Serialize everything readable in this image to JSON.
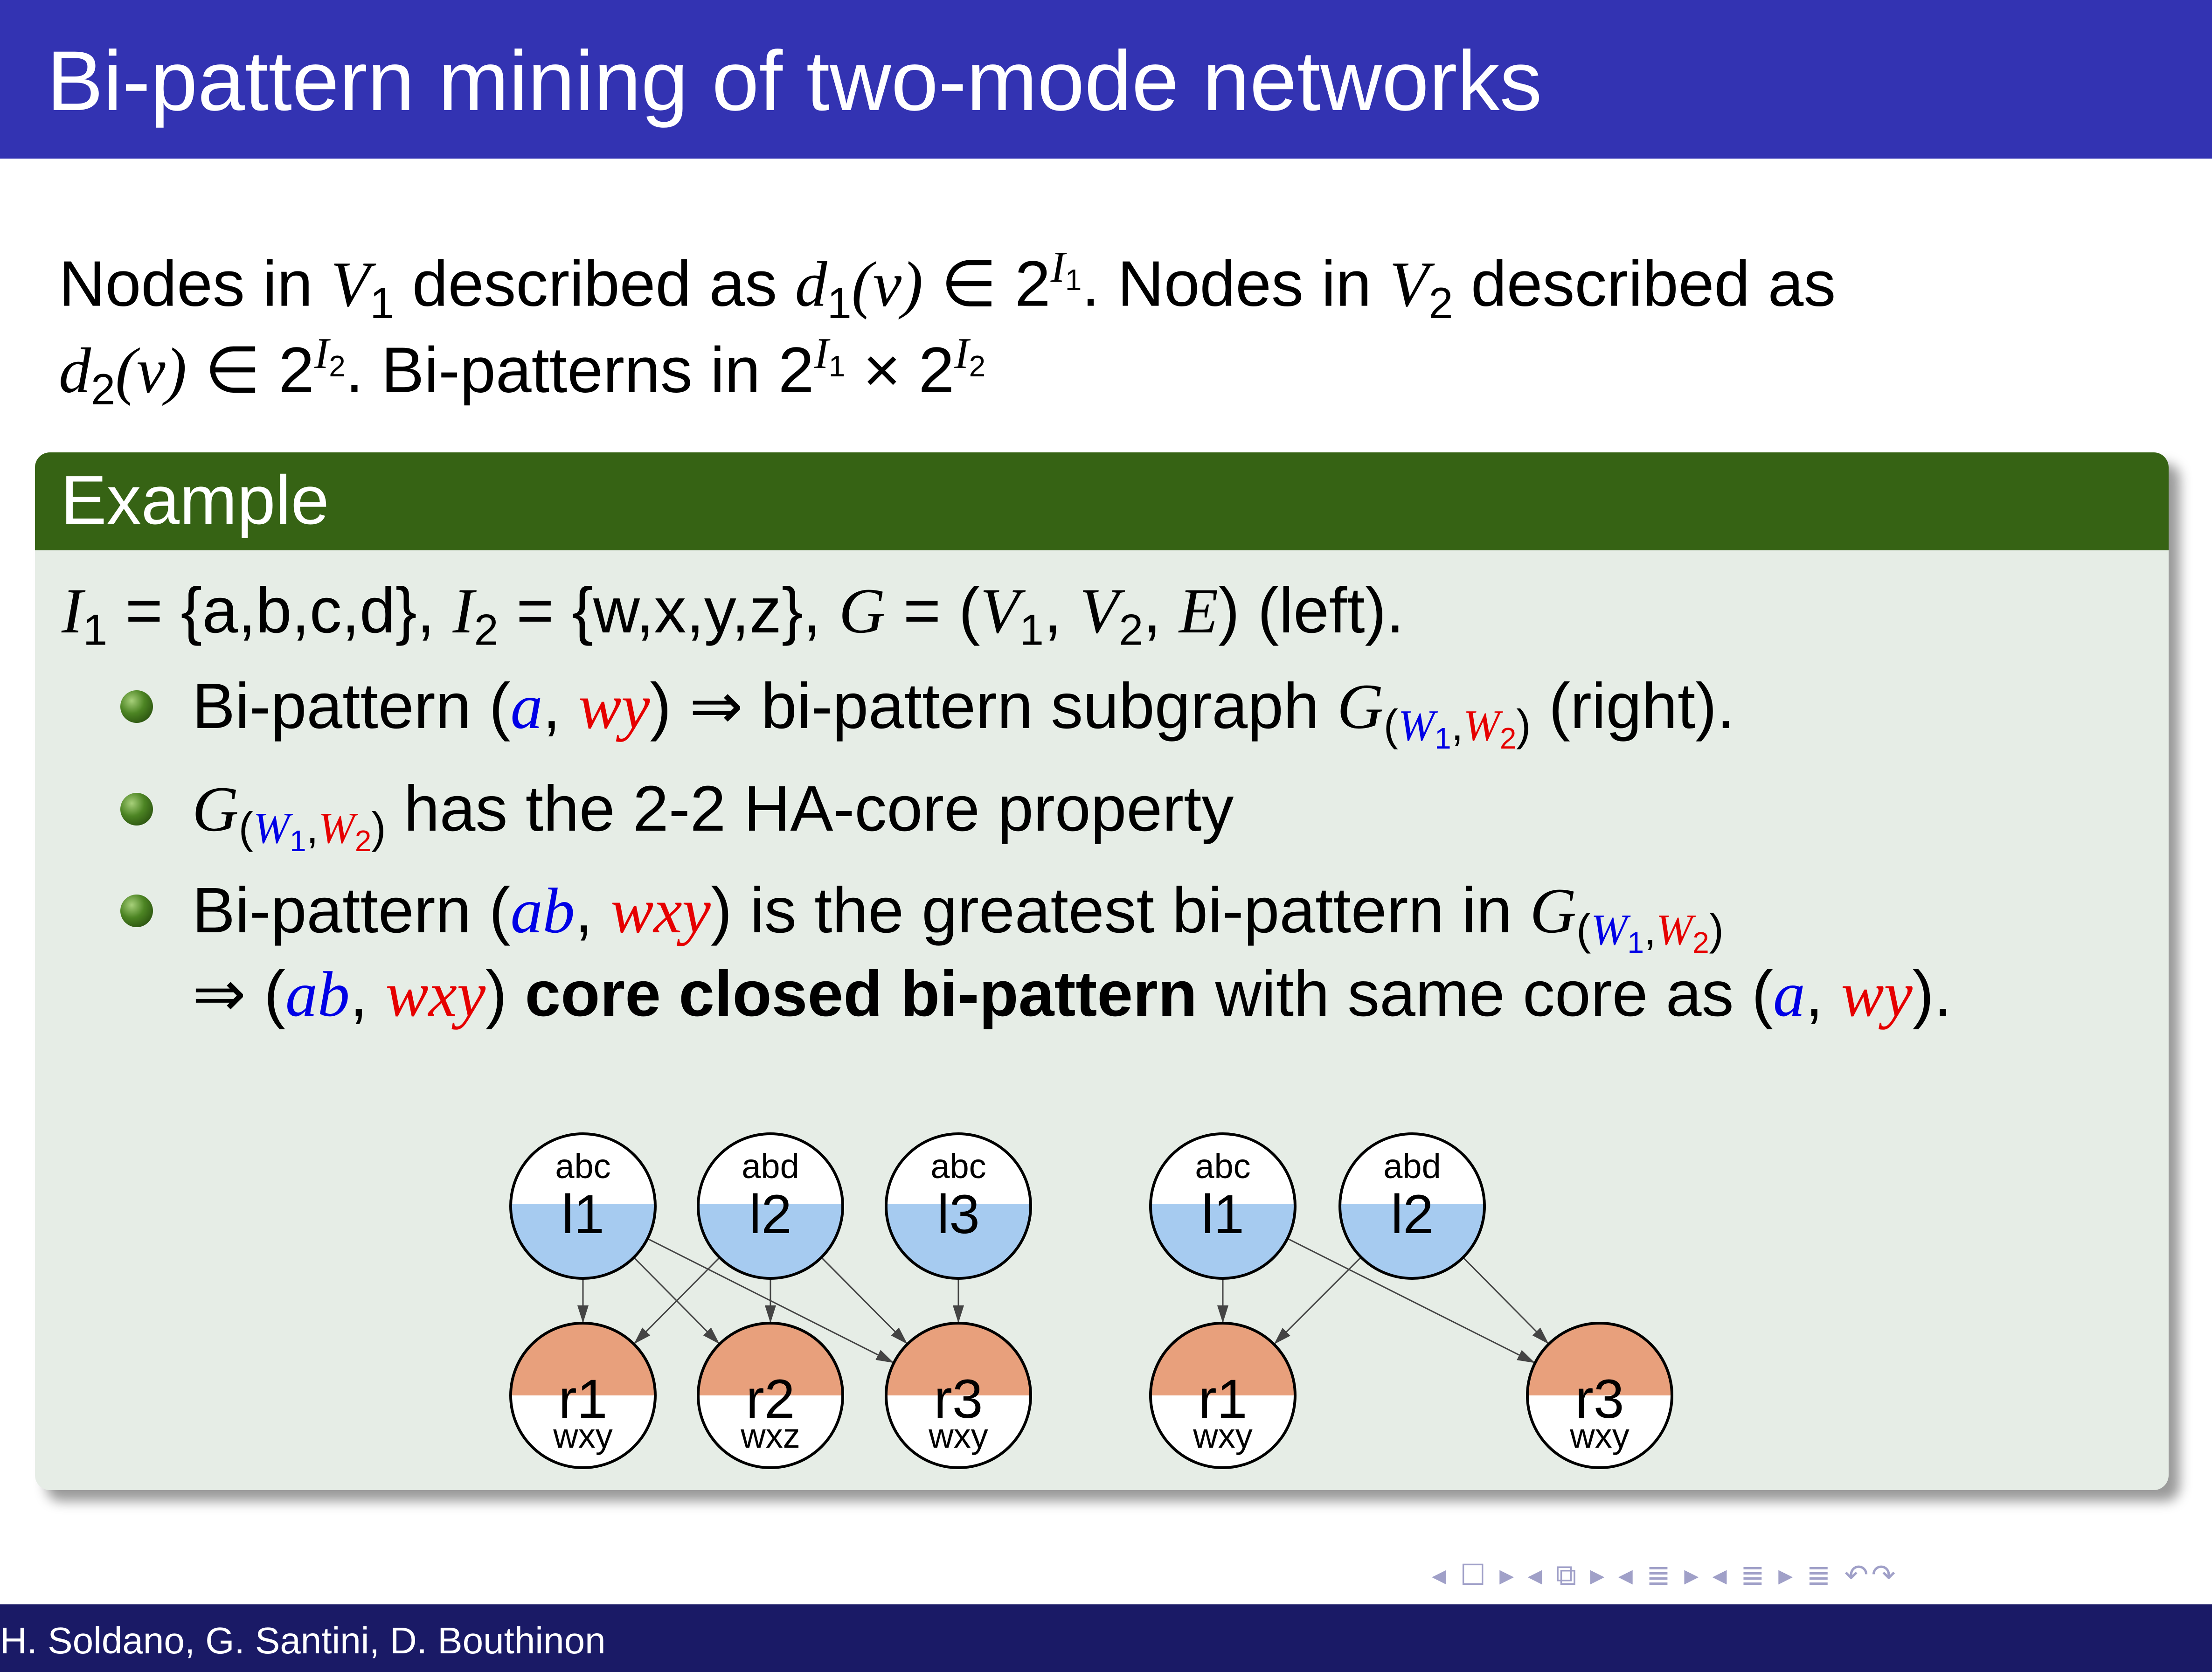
{
  "slide": {
    "title": "Bi-pattern mining of two-mode networks",
    "intro": {
      "line1": {
        "p1": "Nodes in ",
        "v1": "V",
        "v1_sub": "1",
        "p2": " described as ",
        "d1": "d",
        "d1_sub": "1",
        "arg1": "(v)",
        "elem1": " ∈ 2",
        "exp1": "I",
        "exp1_sub": "1",
        "p3": ". Nodes in ",
        "v2": "V",
        "v2_sub": "2",
        "p4": " described as"
      },
      "line2": {
        "d2": "d",
        "d2_sub": "2",
        "arg2": "(v)",
        "elem2": " ∈ 2",
        "exp2": "I",
        "exp2_sub": "2",
        "p5": ". Bi-patterns in 2",
        "exp3": "I",
        "exp3_sub": "1",
        "times": " × 2",
        "exp4": "I",
        "exp4_sub": "2"
      }
    },
    "example": {
      "header": "Example",
      "def_line": {
        "i1": "I",
        "i1_sub": "1",
        "eq1": " = {a,b,c,d}, ",
        "i2": "I",
        "i2_sub": "2",
        "eq2": " = {w,x,y,z}, ",
        "g": "G",
        "eq3": " = (",
        "v1": "V",
        "v1_sub": "1",
        "comma1": ", ",
        "v2": "V",
        "v2_sub": "2",
        "comma2": ", ",
        "e": "E",
        "tail": ") (left)."
      },
      "bullet1": {
        "pre": "Bi-pattern (",
        "a": "a",
        "comma": ", ",
        "wy": "wy",
        "mid": ") ⇒ bi-pattern subgraph ",
        "g": "G",
        "sub_open": "(",
        "w1": "W",
        "w1_sub": "1",
        "sub_comma": ",",
        "w2": "W",
        "w2_sub": "2",
        "sub_close": ")",
        "post": " (right)."
      },
      "bullet2": {
        "g": "G",
        "sub_open": "(",
        "w1": "W",
        "w1_sub": "1",
        "sub_comma": ",",
        "w2": "W",
        "w2_sub": "2",
        "sub_close": ")",
        "post": " has the 2-2 HA-core property"
      },
      "bullet3": {
        "pre": "Bi-pattern (",
        "ab": "ab",
        "comma": ", ",
        "wxy": "wxy",
        "mid": ") is the greatest bi-pattern in ",
        "g": "G",
        "sub_open": "(",
        "w1": "W",
        "w1_sub": "1",
        "sub_comma": ",",
        "w2": "W",
        "w2_sub": "2",
        "sub_close": ")",
        "line2_arrow": "⇒ (",
        "ab2": "ab",
        "comma2": ", ",
        "wxy2": "wxy",
        "close2": ") ",
        "bold": "core closed bi-pattern",
        "post2": " with same core as (",
        "a3": "a",
        "comma3": ", ",
        "wy3": "wy",
        "end3": ")."
      }
    },
    "graph_left": {
      "top_nodes": [
        {
          "id": "l1",
          "label": "l1",
          "attrs": "abc"
        },
        {
          "id": "l2",
          "label": "l2",
          "attrs": "abd"
        },
        {
          "id": "l3",
          "label": "l3",
          "attrs": "abc"
        }
      ],
      "bottom_nodes": [
        {
          "id": "r1",
          "label": "r1",
          "attrs": "wxy"
        },
        {
          "id": "r2",
          "label": "r2",
          "attrs": "wxz"
        },
        {
          "id": "r3",
          "label": "r3",
          "attrs": "wxy"
        }
      ],
      "edges": [
        [
          "l1",
          "r1"
        ],
        [
          "l1",
          "r2"
        ],
        [
          "l1",
          "r3"
        ],
        [
          "l2",
          "r1"
        ],
        [
          "l2",
          "r2"
        ],
        [
          "l2",
          "r3"
        ],
        [
          "l3",
          "r3"
        ]
      ]
    },
    "graph_right": {
      "top_nodes": [
        {
          "id": "l1",
          "label": "l1",
          "attrs": "abc"
        },
        {
          "id": "l2",
          "label": "l2",
          "attrs": "abd"
        }
      ],
      "bottom_nodes": [
        {
          "id": "r1",
          "label": "r1",
          "attrs": "wxy"
        },
        {
          "id": "r3",
          "label": "r3",
          "attrs": "wxy"
        }
      ],
      "edges": [
        [
          "l1",
          "r1"
        ],
        [
          "l1",
          "r3"
        ],
        [
          "l2",
          "r1"
        ],
        [
          "l2",
          "r3"
        ]
      ]
    },
    "colors": {
      "title_bar": "#3333b2",
      "block_header": "#366314",
      "block_body": "#e6ede6",
      "top_node_fill": "#a6cbf0",
      "bottom_node_fill": "#e8a07c",
      "blue_text": "#0000e6",
      "red_text": "#e60000",
      "footer_bar": "#1a1a66"
    },
    "navigation": {
      "icons": [
        "nav-prev-frame-icon",
        "nav-frame-icon",
        "nav-next-frame-icon",
        "nav-prev-subsection-icon",
        "nav-subsection-icon",
        "nav-next-subsection-icon",
        "nav-prev-section-icon",
        "nav-section-icon",
        "nav-next-section-icon",
        "nav-prev-icon",
        "nav-doc-icon",
        "nav-next-icon",
        "nav-align-icon",
        "nav-back-icon",
        "nav-search-icon",
        "nav-forward-icon"
      ],
      "glyphs": "◂ ☐ ▸ ◂ ⧉ ▸ ◂ ≣ ▸ ◂ ≣ ▸ ≣ ↶↷"
    },
    "footer": {
      "authors": "H. Soldano, G. Santini, D. Bouthinon"
    }
  }
}
